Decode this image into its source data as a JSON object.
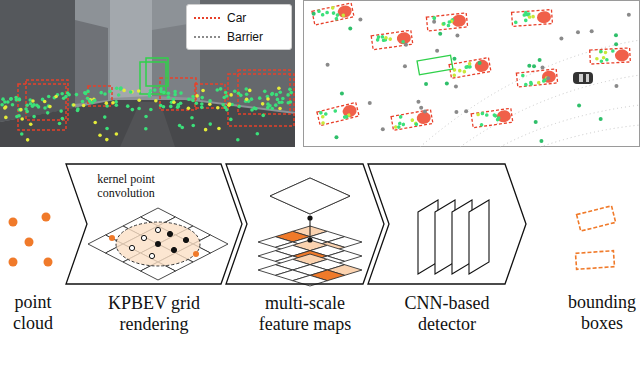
{
  "diagram": {
    "nodes": [
      {
        "text": [
          "kernel point convolution",
          "KPBEV grid rendering"
        ]
      },
      {
        "text": [
          "multi-scale feature maps"
        ]
      },
      {
        "text": [
          "CNN-based detector"
        ]
      }
    ],
    "labels": [
      "point cloud",
      "bounding boxes"
    ],
    "legend": [
      {
        "text": "Car"
      },
      {
        "text": "Barrier"
      }
    ]
  }
}
